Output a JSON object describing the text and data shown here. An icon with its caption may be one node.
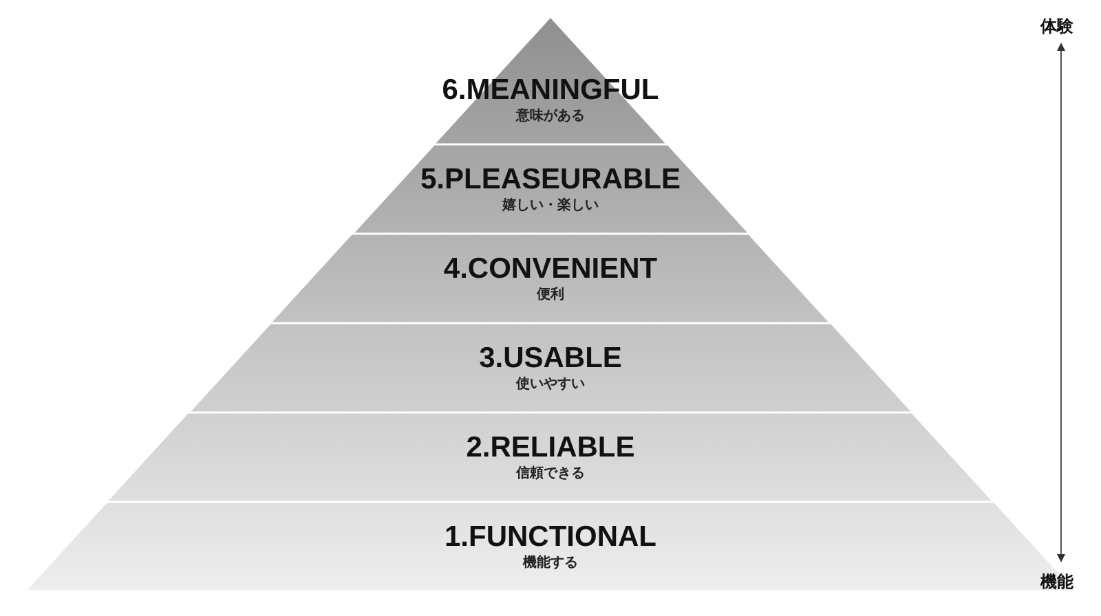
{
  "diagram": {
    "nodes": [
      {
        "text": [
          "6.MEANINGFUL",
          "意味がある"
        ]
      },
      {
        "text": [
          "5.PLEASEURABLE",
          "嬉しい・楽しい"
        ]
      },
      {
        "text": [
          "4.CONVENIENT",
          "便利"
        ]
      },
      {
        "text": [
          "3.USABLE",
          "使いやすい"
        ]
      },
      {
        "text": [
          "2.RELIABLE",
          "信頼できる"
        ]
      },
      {
        "text": [
          "1.FUNCTIONAL",
          "機能する"
        ]
      }
    ],
    "labels": [
      "体験",
      "機能"
    ]
  }
}
